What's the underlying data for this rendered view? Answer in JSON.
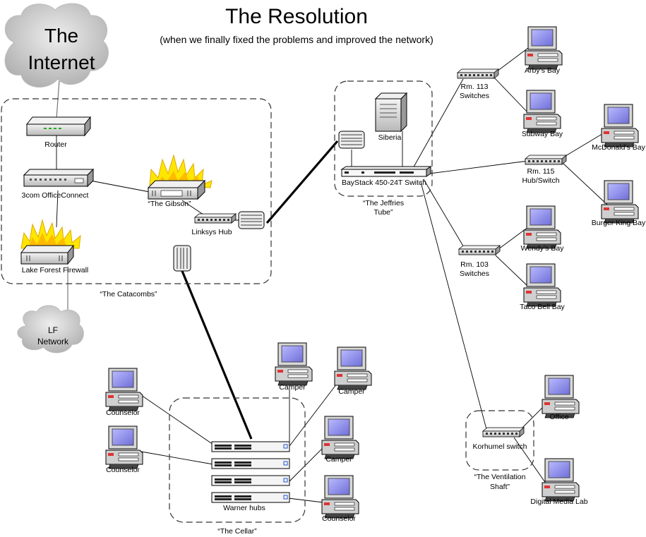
{
  "title": "The Resolution",
  "subtitle": "(when we finally fixed the problems and improved the network)",
  "clouds": {
    "internet_line1": "The",
    "internet_line2": "Internet",
    "lf_line1": "LF",
    "lf_line2": "Network"
  },
  "zones": {
    "catacombs": "“The Catacombs”",
    "jeffries_line1": "“The Jeffries",
    "jeffries_line2": "Tube”",
    "cellar": "“The Cellar”",
    "ventilation_line1": "“The Ventilation",
    "ventilation_line2": "Shaft”"
  },
  "devices": {
    "router": "Router",
    "officeconnect": "3com OfficeConnect",
    "firewall": "Lake Forest Firewall",
    "gibson": "“The Gibson”",
    "linksys": "Linksys Hub",
    "siberia": "Siberia",
    "baystack": "BayStack 450-24T Switch",
    "rm113_line1": "Rm. 113",
    "rm113_line2": "Switches",
    "rm115_line1": "Rm. 115",
    "rm115_line2": "Hub/Switch",
    "rm103_line1": "Rm. 103",
    "rm103_line2": "Switches",
    "korhumel": "Korhumel switch",
    "warner": "Warner hubs"
  },
  "computers": {
    "arbys": "Arby’s Bay",
    "subway": "Subway Bay",
    "mcdonalds": "McDonald’s Bay",
    "burgerking": "Burger King Bay",
    "wendys": "Wendy’s Bay",
    "tacobell": "Taco Bell Bay",
    "office": "Office",
    "digitalmedia": "Digital Media Lab",
    "counselor1": "Counselor",
    "counselor2": "Counselor",
    "counselor3": "Counselor",
    "camper1": "Camper",
    "camper2": "Camper",
    "camper3": "Camper"
  },
  "icons": [
    "cloud-icon",
    "router-icon",
    "hub-icon",
    "firewall-icon",
    "fire-icon",
    "server-tower-icon",
    "switch-icon",
    "computer-icon",
    "wireless-bridge-icon"
  ],
  "colors": {
    "cloud": "#c8c8c8",
    "fire_outer": "#ffe600",
    "fire_inner": "#ffcc00",
    "screen": "#8f8fe8",
    "device_body": "#e6e6e6"
  }
}
